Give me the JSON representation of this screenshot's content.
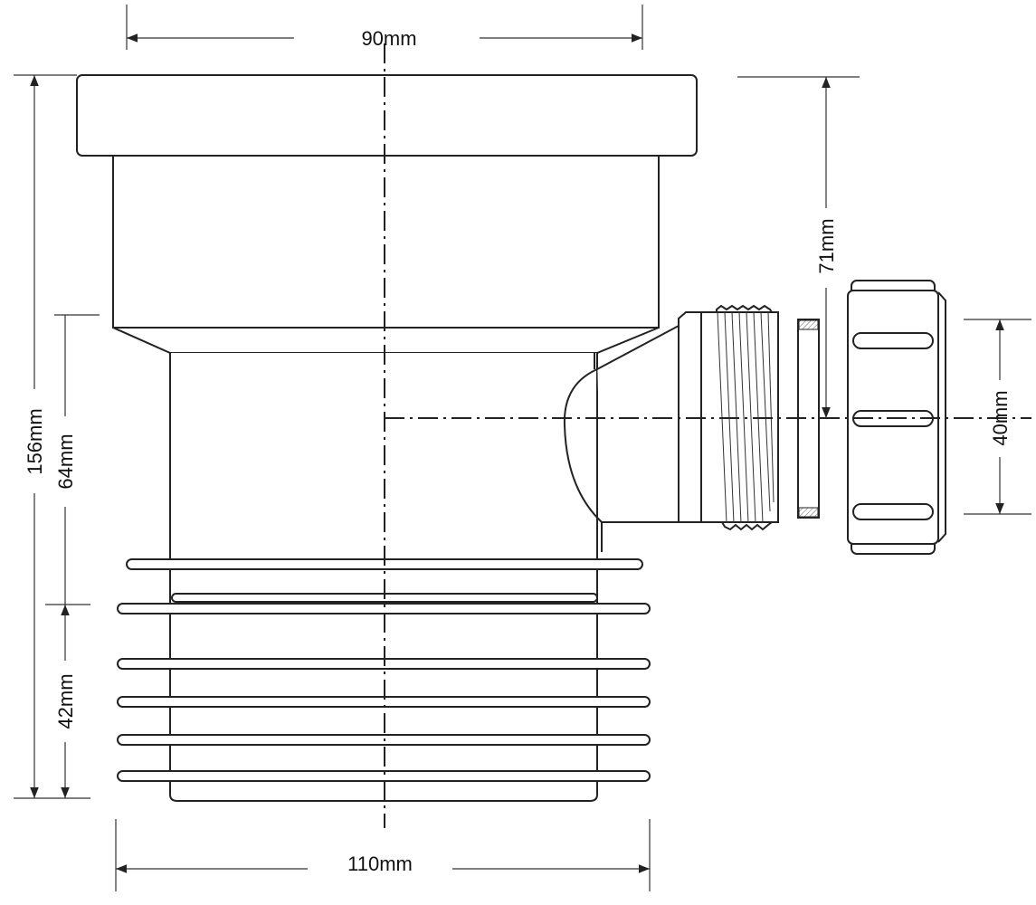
{
  "title": "Pan connector with side branch inlet - dimensional drawing",
  "dimensions": {
    "top_width": "90mm",
    "overall_height": "156mm",
    "upper_height": "64mm",
    "lower_height": "42mm",
    "branch_height": "71mm",
    "branch_diameter": "40mm",
    "bottom_width": "110mm"
  },
  "colors": {
    "line": "#222222",
    "background": "#ffffff"
  }
}
